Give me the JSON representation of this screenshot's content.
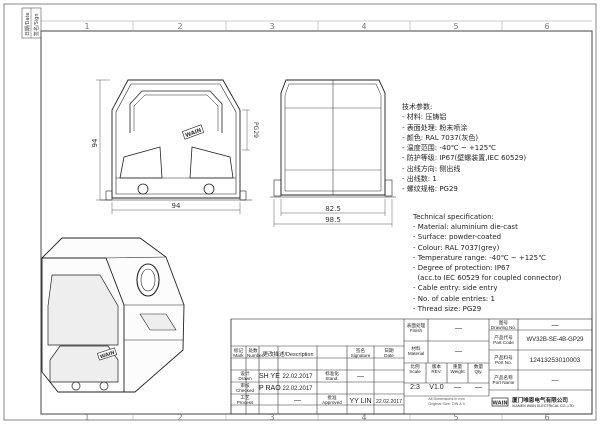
{
  "sidebar": {
    "date_label": "日期/Date",
    "sign_label": "签名/Sign"
  },
  "zones": {
    "top": [
      "1",
      "2",
      "3",
      "4",
      "5",
      "6"
    ],
    "bottom": [
      "1",
      "2",
      "3",
      "4",
      "5",
      "6"
    ]
  },
  "dimensions": {
    "front_height": "94",
    "front_width": "94",
    "pg_label": "PG29",
    "side_inner_width": "82.5",
    "side_outer_width": "98.5"
  },
  "part_marking": "WAIN",
  "spec_cn": {
    "heading": "技术参数:",
    "lines": [
      "- 材料: 压铸铝",
      "- 表面处理: 粉末喷涂",
      "- 颜色: RAL 7037(灰色)",
      "- 温度范围: -40℃ ~ +125℃",
      "- 防护等级: IP67(壁螺装置,IEC 60529)",
      "- 出线方向: 侧出线",
      "- 出线数: 1",
      "- 螺纹规格: PG29"
    ]
  },
  "spec_en": {
    "heading": "Technical specification:",
    "lines": [
      "- Material: aluminium die-cast",
      "- Surface: powder-coated",
      "- Colour: RAL 7037(grey)",
      "- Temperature range: -40℃ ~ +125℃",
      "- Degree of protection: IP67",
      "  (acc.to IEC 60529 for coupled connector)",
      "- Cable entry: side entry",
      "- No. of cable entries: 1",
      "- Thread size: PG29"
    ]
  },
  "title_block": {
    "col_headers": {
      "mark": "标记\nMark",
      "number": "处数\nNumber",
      "change": "更改描述/Description",
      "signature": "签名\nSignature",
      "date": "日期\nDate"
    },
    "drawn": {
      "label": "设计\nDrawn",
      "name": "SH YE",
      "date": "22.02.2017",
      "std_label": "标准化\nStand.",
      "std_value": "—"
    },
    "checked": {
      "label": "审核\nChecked",
      "name": "P RAO",
      "date": "22.02.2017"
    },
    "process": {
      "label": "工艺\nProcess",
      "value": "—",
      "approved_label": "批准\nApproved",
      "approved_name": "YY LIN",
      "approved_date": "22.02.2017"
    },
    "finish": {
      "label": "表面处理\nFinish",
      "value": "—"
    },
    "material": {
      "label": "材料\nMaterial",
      "value": "—"
    },
    "scale": {
      "label": "比例\nScale",
      "value": "2:3"
    },
    "rev": {
      "label": "版本\nREV.",
      "value": "V1.0"
    },
    "weight": {
      "label": "重量\nWeight",
      "value": "—"
    },
    "qty": {
      "label": "数量\nQty.",
      "value": "—"
    },
    "drawing_no": {
      "label": "图号\nDrawing No.",
      "value": "—"
    },
    "part_code": {
      "label": "产品代号\nPart Code",
      "value": "WV32B-SE-4B-GP29"
    },
    "part_no": {
      "label": "产品料号\nPort No.",
      "value": "12413253010003"
    },
    "part_name": {
      "label": "产品名称\nPort Name",
      "value": "—"
    },
    "units_note": "All Dimensions in mm\nOriginal Size: DIN A 4",
    "company_cn": "厦门唯恩电气有限公司",
    "company_en": "XIAMEN WAIN ELECTRICAL CO.,LTD",
    "logo_text": "WAIN"
  }
}
